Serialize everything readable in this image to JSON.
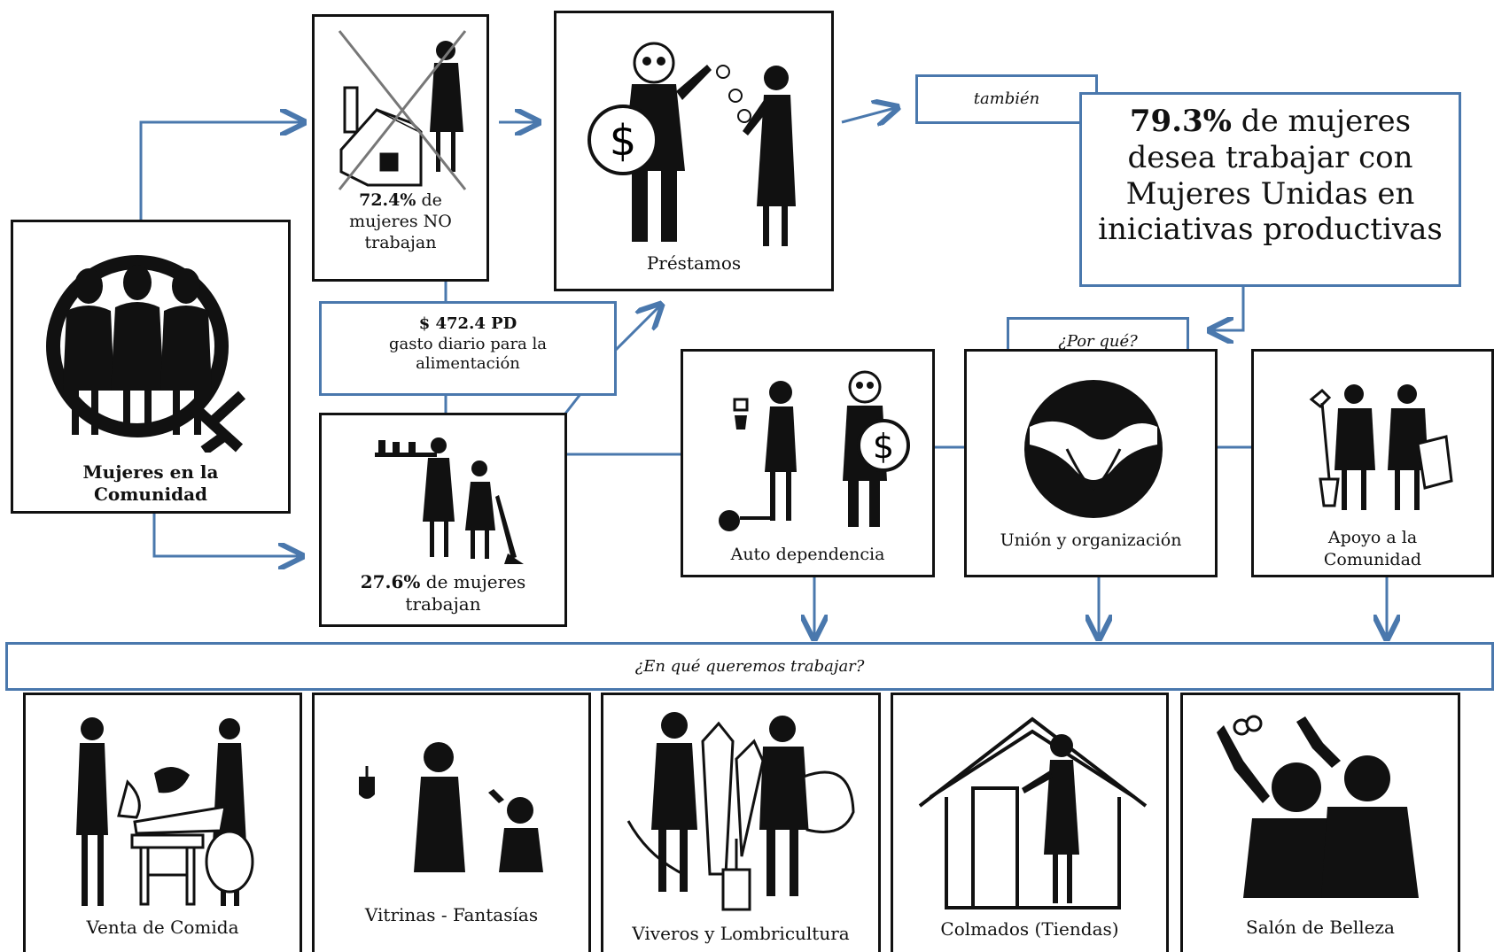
{
  "diagram": {
    "accent_color": "#4a78ad",
    "root": {
      "label": "Mujeres en la Comunidad",
      "icon": "women-symbol-icon"
    },
    "no_trabajan": {
      "pct": "72.4%",
      "text_1": " de",
      "text_2": "mujeres NO",
      "text_3": "trabajan",
      "icon": "house-crossed-out-icon"
    },
    "trabajan": {
      "pct": "27.6%",
      "text_1": " de mujeres",
      "text_2": "trabajan",
      "icon": "women-working-icon"
    },
    "gasto": {
      "amount": "$ 472.4 PD",
      "text_1": "gasto diario para  la",
      "text_2": "alimentación"
    },
    "prestamos": {
      "label": "Préstamos",
      "icon": "skeleton-money-icon"
    },
    "tambien": "también",
    "deseo": {
      "pct": "79.3%",
      "text_1": " de mujeres",
      "text_2": "desea trabajar con",
      "text_3": "Mujeres Unidas en",
      "text_4": "iniciativas productivas"
    },
    "por_que": "¿Por qué?",
    "reasons": [
      {
        "label": "Auto dependencia",
        "icon": "ball-and-chain-icon"
      },
      {
        "label": "Unión y organización",
        "icon": "joined-hands-icon"
      },
      {
        "label_1": "Apoyo a la",
        "label_2": "Comunidad",
        "icon": "tools-icon"
      }
    ],
    "question": "¿En qué queremos trabajar?",
    "options": [
      {
        "label": "Venta de Comida",
        "icon": "food-stand-icon"
      },
      {
        "label": "Vitrinas - Fantasías",
        "icon": "jewelry-icon"
      },
      {
        "label": "Viveros y Lombricultura",
        "icon": "plants-icon"
      },
      {
        "label": "Colmados (Tiendas)",
        "icon": "store-icon"
      },
      {
        "label": "Salón de Belleza",
        "icon": "hair-salon-icon"
      }
    ]
  }
}
